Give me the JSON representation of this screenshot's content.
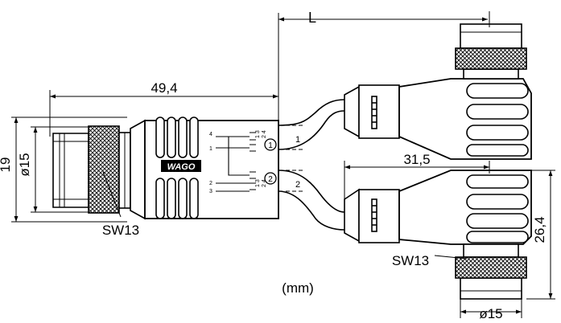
{
  "dimensions": {
    "L": "L",
    "length_49": "49,4",
    "length_31": "31,5",
    "height_19": "19",
    "dia_15_left": "ø15",
    "dia_15_bottom": "ø15",
    "height_26": "26,4",
    "sw_left": "SW13",
    "sw_right": "SW13",
    "unit": "(mm)"
  },
  "labels": {
    "brand": "WAGO",
    "wire_1": "1",
    "wire_2": "2",
    "pin_top_4": "4",
    "pin_top_1": "1",
    "pin_top_13": "1 3",
    "pin_top_24": "2 4",
    "pin_bot_2": "2",
    "pin_bot_3": "3",
    "pin_bot_13": "1 3",
    "pin_bot_24": "2 4",
    "circle_1": "1",
    "circle_2": "2"
  }
}
